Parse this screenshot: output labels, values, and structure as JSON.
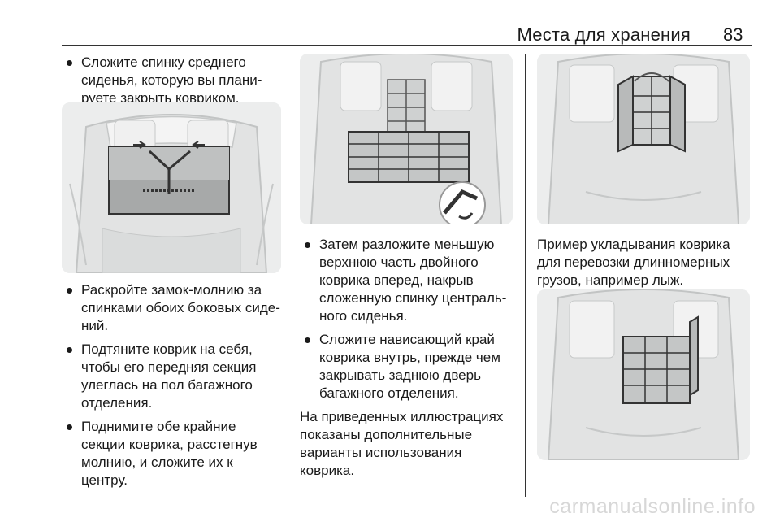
{
  "header": {
    "title": "Места для хранения",
    "page_number": "83"
  },
  "col1": {
    "bullets_top": [
      "Сложите спинку среднего сиденья, которую вы плани-руете закрыть ковриком."
    ],
    "bullets_bottom": [
      "Раскройте замок-молнию за спинками обоих боковых сиде-ний.",
      "Подтяните коврик на себя, чтобы его передняя секция улеглась на пол багажного отделения.",
      "Поднимите обе крайние секции коврика, расстегнув молнию, и сложите их к центру."
    ]
  },
  "col2": {
    "bullets": [
      "Затем разложите меньшую верхнюю часть двойного коврика вперед, накрыв сложенную спинку централь-ного сиденья.",
      "Сложите нависающий край коврика внутрь, прежде чем закрывать заднюю дверь багажного отделения."
    ],
    "paragraph": "На приведенных иллюстрациях показаны дополнительные варианты использования коврика."
  },
  "col3": {
    "paragraph": "Пример укладывания коврика для перевозки длинномерных грузов, например лыж."
  },
  "watermark": "carmanualsonline.info"
}
